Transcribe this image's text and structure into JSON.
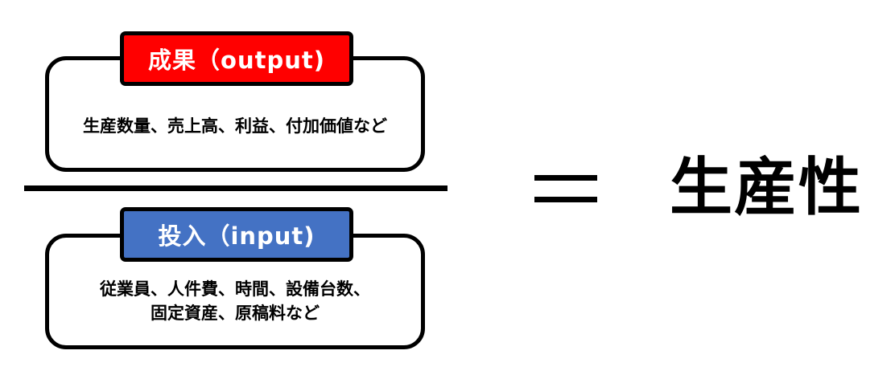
{
  "numerator": {
    "label": "成果（output)",
    "description_lines": [
      "生産数量、売上高、利益、付加価値など"
    ]
  },
  "denominator": {
    "label": "投入（input)",
    "description_lines": [
      "従業員、人件費、時間、設備台数、",
      "固定資産、原稿料など"
    ]
  },
  "equals_symbol": "＝",
  "result": "生産性",
  "colors": {
    "numerator_label_bg": "#ff0000",
    "denominator_label_bg": "#4472c4",
    "border": "#000000",
    "label_text": "#ffffff"
  }
}
